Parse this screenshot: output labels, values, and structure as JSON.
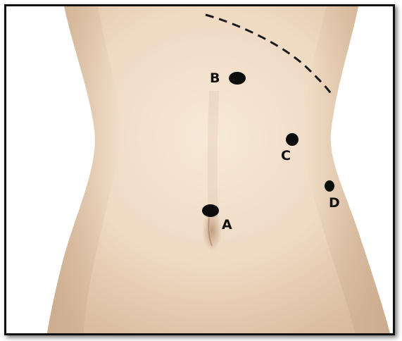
{
  "figure": {
    "colors": {
      "skin_light": "#f6e6d4",
      "skin_mid": "#e9cfb4",
      "skin_shadow": "#c9a88a",
      "marker": "#0d0d0d",
      "background": "#ffffff"
    },
    "markers": [
      {
        "id": "A",
        "label": "A"
      },
      {
        "id": "B",
        "label": "B"
      },
      {
        "id": "C",
        "label": "C"
      },
      {
        "id": "D",
        "label": "D"
      }
    ],
    "has_dashed_costal_line": true
  }
}
